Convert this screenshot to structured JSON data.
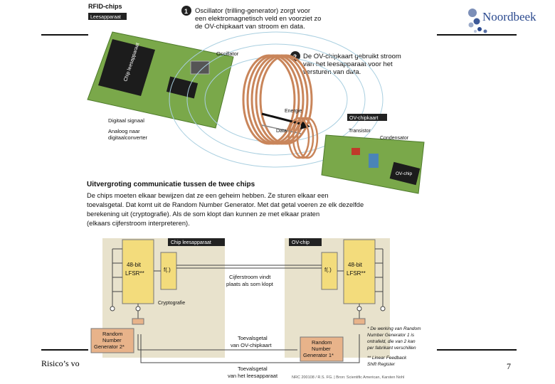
{
  "logo": {
    "text": "Noordbeek"
  },
  "footer": {
    "left_text": "Risico’s vo",
    "page_number": "7"
  },
  "top": {
    "title": "RFID-chips",
    "badge": "Leesapparaat",
    "step1": [
      "Oscillator (trilling-generator) zorgt voor",
      "een elektromagnetisch veld en voorziet zo",
      "de OV-chipkaart van stroom en data."
    ],
    "step1_num": "1",
    "step2": [
      "De OV-chipkaart gebruikt stroom",
      "van het leesapparaat voor het",
      "versturen van data."
    ],
    "step2_num": "2",
    "labels": {
      "oscillator": "Oscillator",
      "chip": "Chip leesapparaat",
      "digital": "Digitaal signaal",
      "analog1": "Analoog naar",
      "analog2": "digitaalconverter",
      "energie": "Energie",
      "data": "Data",
      "ovcard": "OV-chipkaart",
      "transistor": "Transistor",
      "condensator": "Condensator",
      "ovchip": "OV-chip"
    }
  },
  "middle": {
    "heading": "Uitvergroting communicatie tussen de twee chips",
    "body": [
      "De chips moeten elkaar bewijzen dat ze een geheim hebben. Ze sturen elkaar een",
      "toevalsgetal. Dat komt uit de Random Number Generator. Met dat getal voeren ze elk dezelfde",
      "berekening uit (cryptografie). Als de som klopt dan kunnen ze met elkaar praten",
      "(elkaars cijferstroom interpreteren)."
    ]
  },
  "bottom": {
    "left_header": "Chip leesapparaat",
    "right_header": "OV-chip",
    "lfsr_left": [
      "48-bit",
      "LFSR**"
    ],
    "lfsr_right": [
      "48-bit",
      "LFSR**"
    ],
    "f_left": "f(.)",
    "f_right": "f(.)",
    "cijfer": [
      "Cijferstroom vindt",
      "plaats als som klopt"
    ],
    "crypto": "Cryptografie",
    "rng_left": [
      "Random",
      "Number",
      "Generator 2*"
    ],
    "rng_right": [
      "Random",
      "Number",
      "Generator 1*"
    ],
    "toeval1": [
      "Toevalsgetal",
      "van OV-chipkaart"
    ],
    "toeval2": [
      "Toevalsgetal",
      "van het leesapparaat"
    ],
    "note1": [
      "* De werking van Random",
      "Number Generator 1 is",
      "ontrafeld, die van 2 kan",
      "per fabrikant verschillen"
    ],
    "note2": [
      "** Linear Feedback",
      "Shift Register"
    ],
    "source": "NRC 200108 / R.S. FG. | Bron: Scientific American, Karsten Nohl"
  },
  "colors": {
    "board": "#7aa84a",
    "panel": "#e8e2cc",
    "coil": "#c9855a",
    "block": "#f3dc7c",
    "rng": "#e8b38a"
  }
}
